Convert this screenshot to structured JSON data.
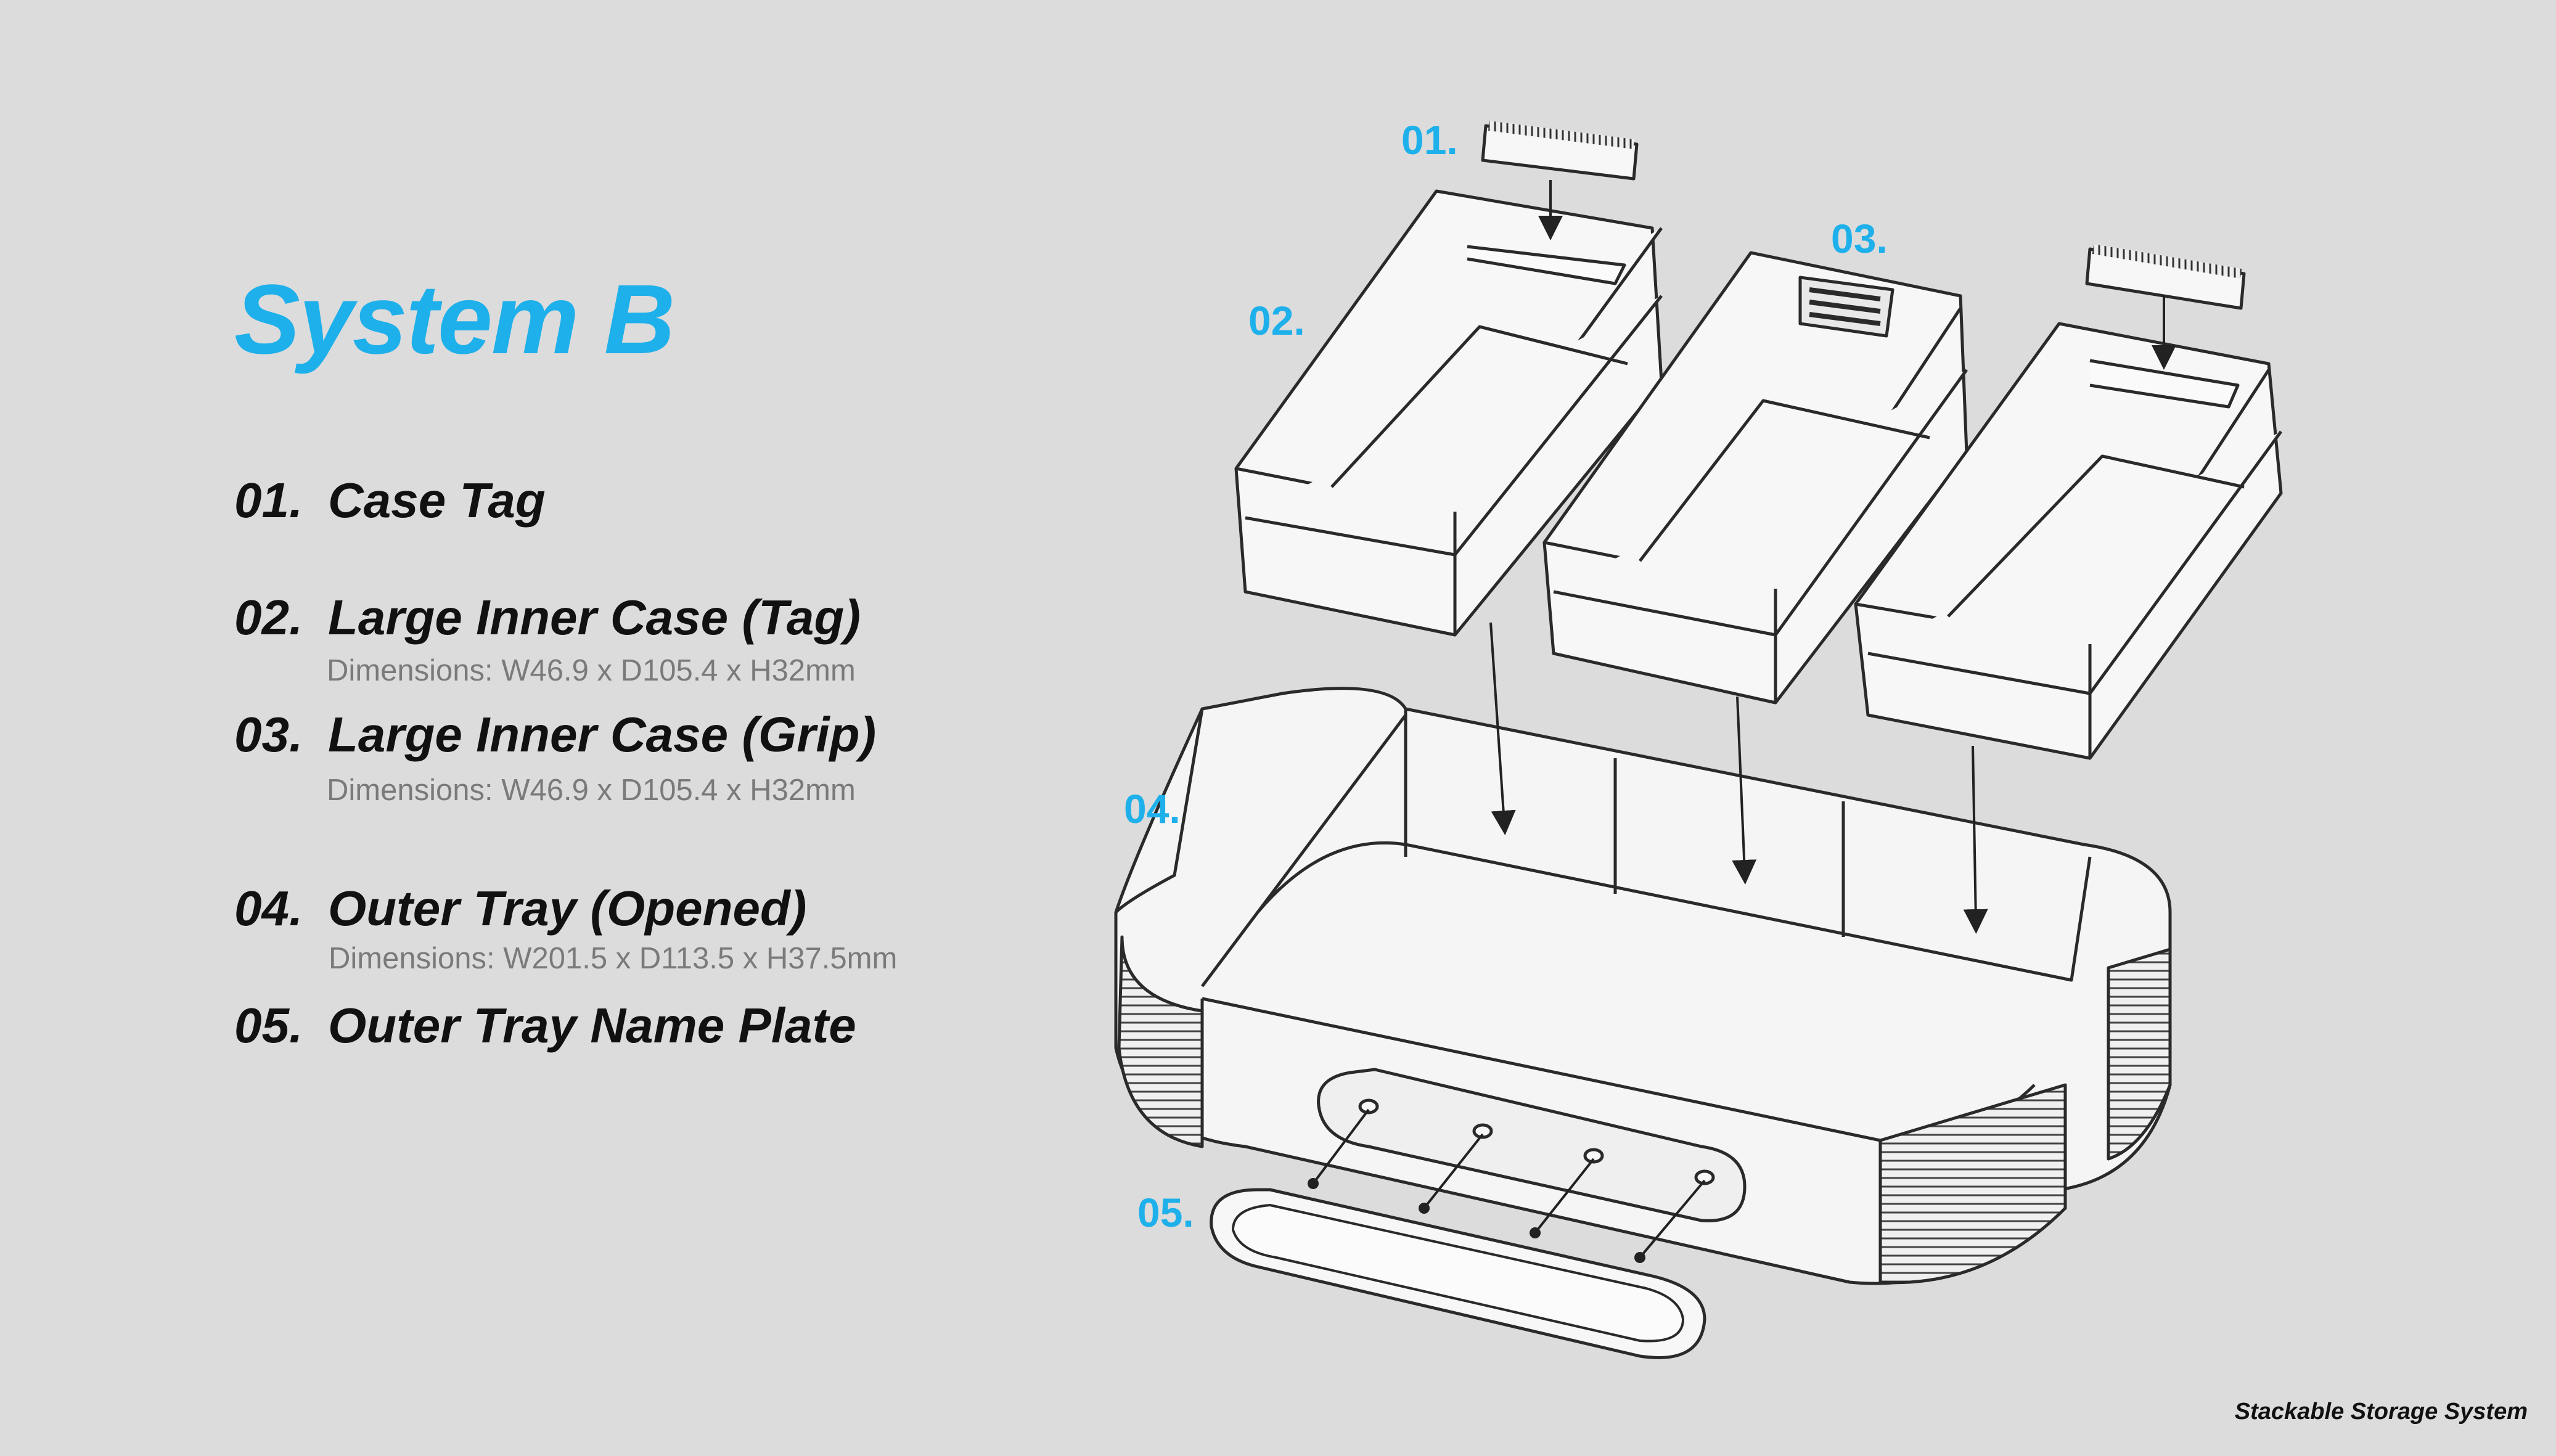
{
  "title": "System B",
  "parts": [
    {
      "num": "01.",
      "name": "Case Tag",
      "dims": ""
    },
    {
      "num": "02.",
      "name": "Large Inner Case (Tag)",
      "dims": "Dimensions: W46.9 x D105.4 x H32mm"
    },
    {
      "num": "03.",
      "name": "Large Inner Case (Grip)",
      "dims": "Dimensions: W46.9 x D105.4 x H32mm"
    },
    {
      "num": "04.",
      "name": "Outer Tray (Opened)",
      "dims": "Dimensions: W201.5 x D113.5 x H37.5mm"
    },
    {
      "num": "05.",
      "name": "Outer Tray Name Plate",
      "dims": ""
    }
  ],
  "callouts": [
    "01.",
    "02.",
    "03.",
    "04.",
    "05."
  ],
  "footer": "Stackable Storage System",
  "colors": {
    "accent": "#1eb0ea",
    "background": "#dcdcdc",
    "stroke": "#2a2a2a",
    "fill": "#f7f7f7"
  }
}
